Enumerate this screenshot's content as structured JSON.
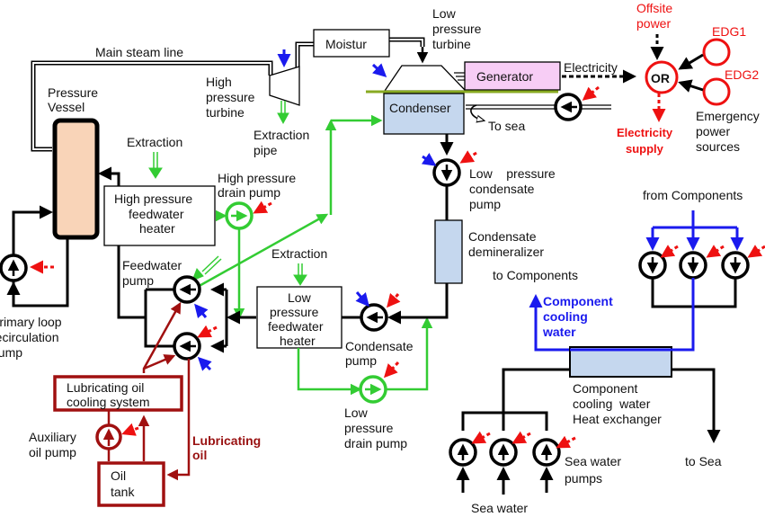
{
  "title": "Boiling water reactor plant system diagram",
  "colors": {
    "steam_line": "#000000",
    "water_line": "#000000",
    "extraction_green": "#33cc33",
    "cooling_blue": "#1a1aee",
    "lubricating_oil": "#a01010",
    "power_red": "#ee1111",
    "pressure_vessel_fill": "#f9d4b8",
    "generator_fill": "#f7cdf5",
    "condenser_fill": "#c5d7ee",
    "demineralizer_fill": "#c5d7ee",
    "heat_exchanger_fill": "#c5d7ee",
    "deck": "#88aa22"
  },
  "labels": {
    "main_steam_line": "Main steam line",
    "moisture_separator": "Moistur",
    "low_pressure_turbine": [
      "Low",
      "pressure",
      "turbine"
    ],
    "high_pressure_turbine": [
      "High",
      "pressure",
      "turbine"
    ],
    "pressure_vessel": [
      "Pressure",
      "Vessel"
    ],
    "extraction_top": "Extraction",
    "extraction_pipe": [
      "Extraction",
      "pipe"
    ],
    "generator": "Generator",
    "electricity": "Electricity",
    "condenser": "Condenser",
    "to_sea_condenser": "To sea",
    "offsite_power": [
      "Offsite",
      "power"
    ],
    "edg1": "EDG1",
    "edg2": "EDG2",
    "or_gate": "OR",
    "electricity_supply": [
      "Electricity",
      "supply"
    ],
    "emergency_power_sources": [
      "Emergency",
      "power",
      "sources"
    ],
    "hp_feedwater_heater": [
      "High pressure",
      "feedwater",
      "heater"
    ],
    "hp_drain_pump": [
      "High pressure",
      "drain pump"
    ],
    "lp_condensate_pump": [
      "Low    pressure",
      "condensate",
      "pump"
    ],
    "condensate_demineralizer": [
      "Condensate",
      "demineralizer"
    ],
    "feedwater_pump": [
      "Feedwater",
      "pump"
    ],
    "extraction_mid": "Extraction",
    "lp_feedwater_heater": [
      "Low",
      "pressure",
      "feedwater",
      "heater"
    ],
    "condensate_pump": [
      "Condensate",
      "pump"
    ],
    "lp_drain_pump": [
      "Low",
      "pressure",
      "drain pump"
    ],
    "primary_loop_pump": [
      "Primary loop",
      "recirculation",
      "pump"
    ],
    "lubricating_oil_cooling": [
      "Lubricating oil",
      "cooling system"
    ],
    "auxiliary_oil_pump": [
      "Auxiliary",
      "oil pump"
    ],
    "lubricating_oil": [
      "Lubricating",
      "oil"
    ],
    "oil_tank": [
      "Oil",
      "tank"
    ],
    "from_components": "from Components",
    "to_components": "to Components",
    "component_cooling_water": [
      "Component",
      "cooling",
      "water"
    ],
    "ccw_heat_exchanger": [
      "Component",
      "cooling  water",
      "Heat exchanger"
    ],
    "to_sea": "to Sea",
    "sea_water_pumps": [
      "Sea water",
      "pumps"
    ],
    "sea_water": "Sea water"
  }
}
